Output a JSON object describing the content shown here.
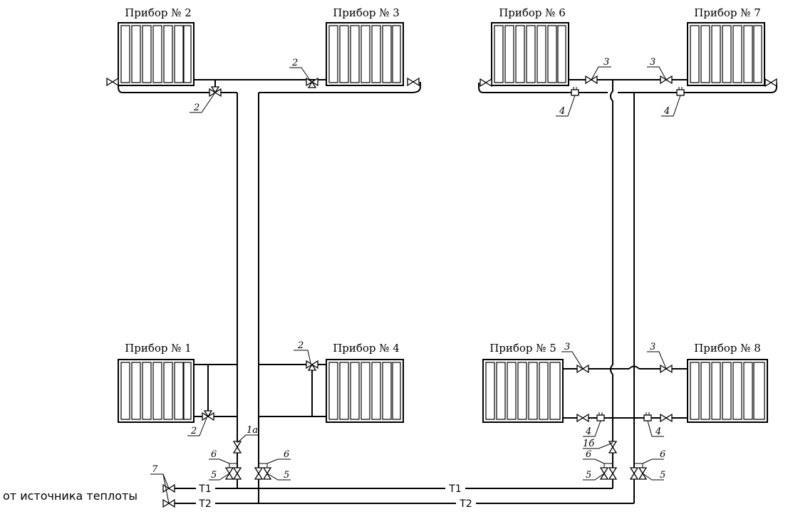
{
  "radiators": {
    "r1": "Прибор № 1",
    "r2": "Прибор № 2",
    "r3": "Прибор № 3",
    "r4": "Прибор № 4",
    "r5": "Прибор № 5",
    "r6": "Прибор № 6",
    "r7": "Прибор № 7",
    "r8": "Прибор № 8"
  },
  "lines": {
    "supply": "T1",
    "return": "T2"
  },
  "source_label": "от источника теплоты",
  "refs": {
    "r2": "2",
    "r3": "3",
    "r4": "4",
    "r5": "5",
    "r6": "6",
    "r7": "7",
    "r1a": "1а",
    "r1b": "1б"
  }
}
